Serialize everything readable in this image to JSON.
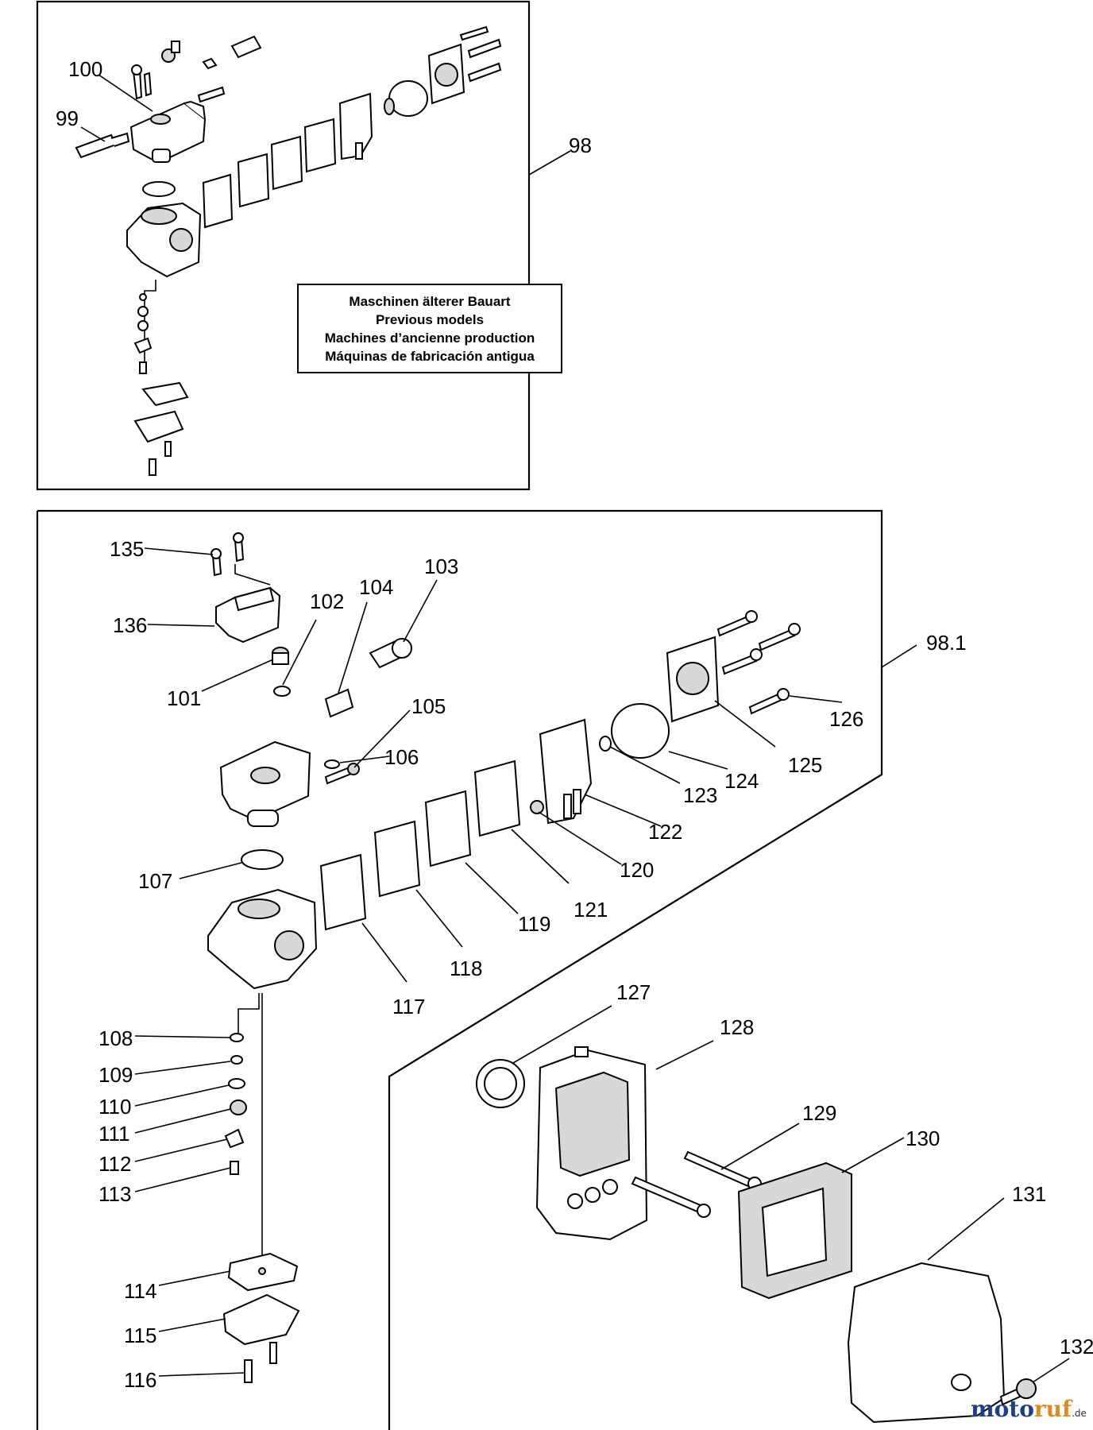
{
  "note": {
    "lines": [
      "Maschinen älterer Bauart",
      "Previous models",
      "Machines d’ancienne production",
      "Máquinas de fabricación antigua"
    ]
  },
  "labels": {
    "p98": "98",
    "p99": "99",
    "p100": "100",
    "p98_1": "98.1",
    "p101": "101",
    "p102": "102",
    "p103": "103",
    "p104": "104",
    "p105": "105",
    "p106": "106",
    "p107": "107",
    "p108": "108",
    "p109": "109",
    "p110": "110",
    "p111": "111",
    "p112": "112",
    "p113": "113",
    "p114": "114",
    "p115": "115",
    "p116": "116",
    "p117": "117",
    "p118": "118",
    "p119": "119",
    "p120": "120",
    "p121": "121",
    "p122": "122",
    "p123": "123",
    "p124": "124",
    "p125": "125",
    "p126": "126",
    "p127": "127",
    "p128": "128",
    "p129": "129",
    "p130": "130",
    "p131": "131",
    "p132": "132",
    "p135": "135",
    "p136": "136"
  },
  "watermark": {
    "main_a": "moto",
    "main_b": "ruf",
    "suffix": ".de"
  }
}
